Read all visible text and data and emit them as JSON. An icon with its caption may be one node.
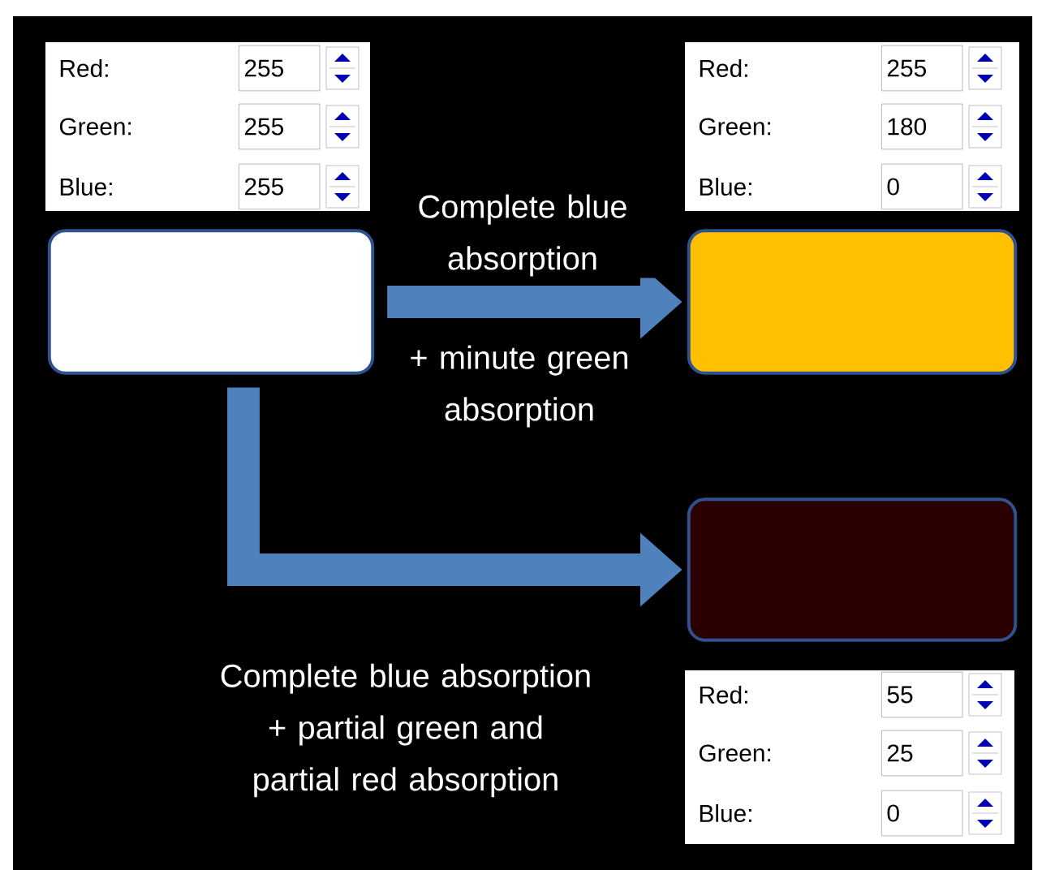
{
  "diagram": {
    "nodes": [
      {
        "text": [],
        "shape": "box"
      },
      {
        "text": [],
        "shape": "box"
      },
      {
        "text": [],
        "shape": "box"
      }
    ],
    "edges": [
      {
        "from": 0,
        "to": 1,
        "arrow": "to",
        "label": "Complete blue absorption"
      },
      {
        "from": 0,
        "to": 2,
        "arrow": "to",
        "label": "Complete blue absorption + partial green and partial red absorption"
      }
    ],
    "labels": [
      "Red:",
      "255",
      "Green:",
      "255",
      "Blue:",
      "255",
      "Red:",
      "255",
      "Green:",
      "180",
      "Blue:",
      "0",
      "+ minute green absorption",
      "Red:",
      "55",
      "Green:",
      "25",
      "Blue:",
      "0"
    ]
  }
}
